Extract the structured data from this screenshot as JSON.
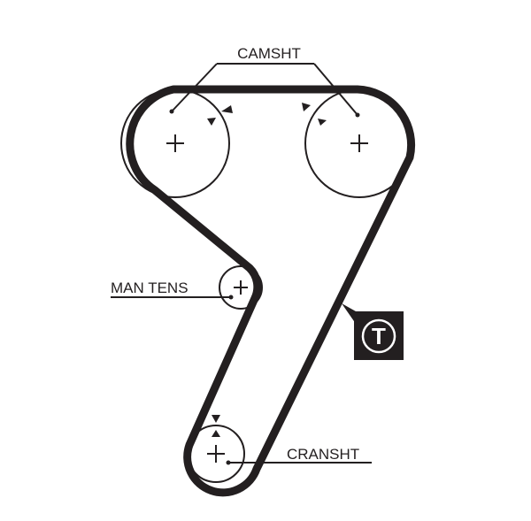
{
  "diagram": {
    "labels": {
      "camshaft": "CAMSHT",
      "tensioner": "MAN TENS",
      "crankshaft": "CRANSHT"
    },
    "tension_badge": {
      "letter": "T"
    },
    "colors": {
      "ink": "#231f20",
      "background": "#ffffff"
    }
  }
}
